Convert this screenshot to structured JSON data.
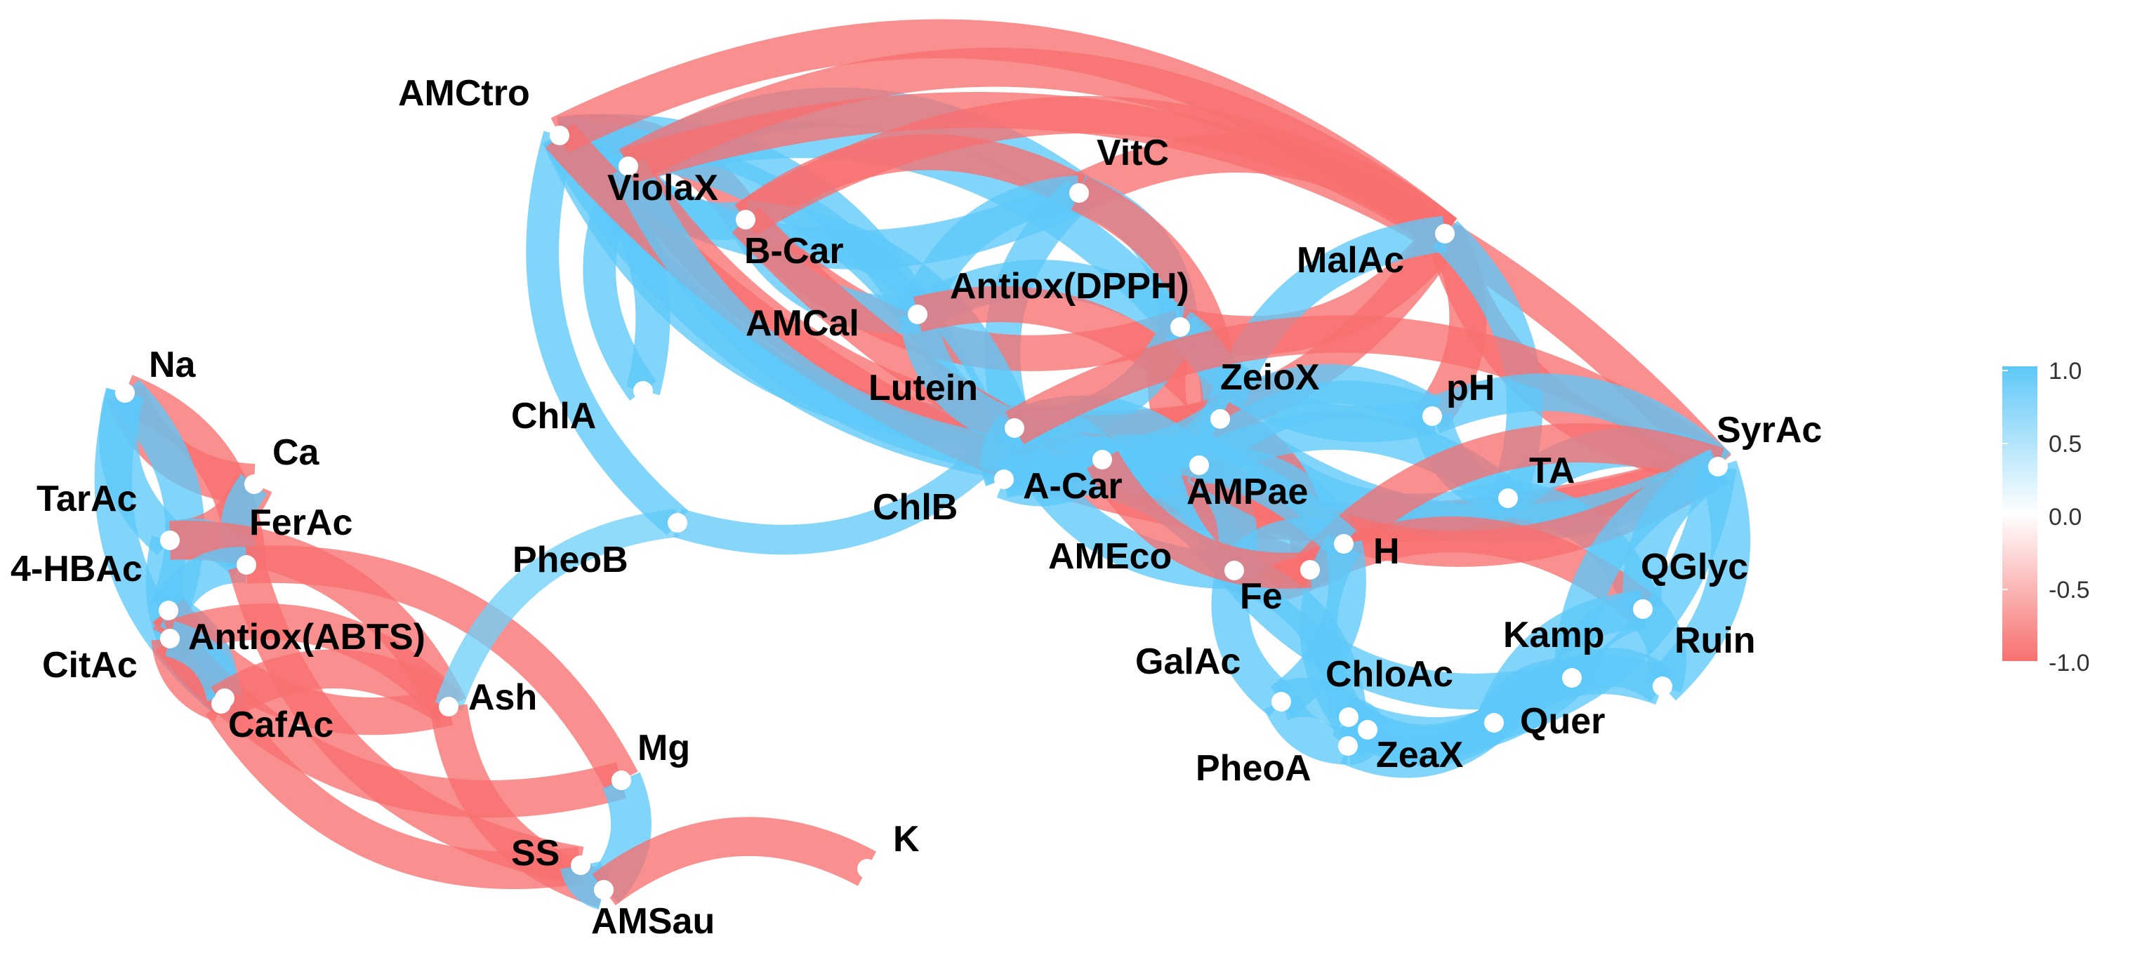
{
  "colors": {
    "positive": "#5ec8f8",
    "negative": "#f7706f",
    "neutral": "#ffffff",
    "node": "#ffffff"
  },
  "nodes": [
    {
      "id": "AMCtro"
    },
    {
      "id": "ViolaX"
    },
    {
      "id": "VitC"
    },
    {
      "id": "B-Car"
    },
    {
      "id": "MalAc"
    },
    {
      "id": "AMCal"
    },
    {
      "id": "Antiox(DPPH)"
    },
    {
      "id": "Na"
    },
    {
      "id": "Lutein"
    },
    {
      "id": "ZeioX"
    },
    {
      "id": "pH"
    },
    {
      "id": "ChlA"
    },
    {
      "id": "SyrAc"
    },
    {
      "id": "Ca"
    },
    {
      "id": "TarAc"
    },
    {
      "id": "ChlB"
    },
    {
      "id": "A-Car"
    },
    {
      "id": "AMPae"
    },
    {
      "id": "TA"
    },
    {
      "id": "FerAc"
    },
    {
      "id": "4-HBAc"
    },
    {
      "id": "PheoB"
    },
    {
      "id": "AMEco"
    },
    {
      "id": "H"
    },
    {
      "id": "QGlyc"
    },
    {
      "id": "Fe"
    },
    {
      "id": "Antiox(ABTS)"
    },
    {
      "id": "Kamp"
    },
    {
      "id": "Ruin"
    },
    {
      "id": "CitAc"
    },
    {
      "id": "GalAc"
    },
    {
      "id": "ChloAc"
    },
    {
      "id": "Ash"
    },
    {
      "id": "Quer"
    },
    {
      "id": "CafAc"
    },
    {
      "id": "Mg"
    },
    {
      "id": "ZeaX"
    },
    {
      "id": "PheoA"
    },
    {
      "id": "SS"
    },
    {
      "id": "K"
    },
    {
      "id": "AMSau"
    }
  ],
  "edges": [
    {
      "source": "Na",
      "target": "Ca",
      "r": -0.95
    },
    {
      "source": "Na",
      "target": "FerAc",
      "r": -0.9
    },
    {
      "source": "Na",
      "target": "TarAc",
      "r": 0.9
    },
    {
      "source": "Na",
      "target": "4-HBAc",
      "r": 0.9
    },
    {
      "source": "Na",
      "target": "CitAc",
      "r": 0.85
    },
    {
      "source": "Ca",
      "target": "TarAc",
      "r": -0.9
    },
    {
      "source": "Ca",
      "target": "FerAc",
      "r": 0.7
    },
    {
      "source": "TarAc",
      "target": "FerAc",
      "r": 0.85
    },
    {
      "source": "TarAc",
      "target": "CitAc",
      "r": 0.85
    },
    {
      "source": "TarAc",
      "target": "Ash",
      "r": -0.9
    },
    {
      "source": "FerAc",
      "target": "4-HBAc",
      "r": 0.8
    },
    {
      "source": "FerAc",
      "target": "Mg",
      "r": -0.85
    },
    {
      "source": "FerAc",
      "target": "SS",
      "r": -0.85
    },
    {
      "source": "4-HBAc",
      "target": "Antiox(ABTS)",
      "r": -0.9
    },
    {
      "source": "4-HBAc",
      "target": "Ash",
      "r": -0.85
    },
    {
      "source": "4-HBAc",
      "target": "CafAc",
      "r": 0.8
    },
    {
      "source": "Antiox(ABTS)",
      "target": "CafAc",
      "r": -0.85
    },
    {
      "source": "Antiox(ABTS)",
      "target": "Ash",
      "r": -0.8
    },
    {
      "source": "Antiox(ABTS)",
      "target": "Mg",
      "r": -0.85
    },
    {
      "source": "CitAc",
      "target": "CafAc",
      "r": 0.8
    },
    {
      "source": "CitAc",
      "target": "Antiox(ABTS)",
      "r": 0.8
    },
    {
      "source": "CafAc",
      "target": "Ash",
      "r": -0.9
    },
    {
      "source": "CafAc",
      "target": "SS",
      "r": -0.85
    },
    {
      "source": "Ash",
      "target": "PheoB",
      "r": 0.55
    },
    {
      "source": "Ash",
      "target": "AMSau",
      "r": -0.85
    },
    {
      "source": "Mg",
      "target": "AMSau",
      "r": 0.95
    },
    {
      "source": "SS",
      "target": "AMSau",
      "r": 0.95
    },
    {
      "source": "AMSau",
      "target": "K",
      "r": -0.9
    },
    {
      "source": "PheoB",
      "target": "Lutein",
      "r": 0.6
    },
    {
      "source": "PheoB",
      "target": "AMCtro",
      "r": 0.7
    },
    {
      "source": "ChlA",
      "target": "AMCtro",
      "r": 0.75
    },
    {
      "source": "ChlA",
      "target": "ViolaX",
      "r": 0.7
    },
    {
      "source": "AMCtro",
      "target": "ViolaX",
      "r": 0.85
    },
    {
      "source": "AMCtro",
      "target": "B-Car",
      "r": -0.85
    },
    {
      "source": "AMCtro",
      "target": "VitC",
      "r": 0.9
    },
    {
      "source": "AMCtro",
      "target": "AMCal",
      "r": 0.85
    },
    {
      "source": "AMCtro",
      "target": "Lutein",
      "r": 0.85
    },
    {
      "source": "AMCtro",
      "target": "ChlB",
      "r": 0.8
    },
    {
      "source": "AMCtro",
      "target": "AMPae",
      "r": 0.85
    },
    {
      "source": "AMCtro",
      "target": "MalAc",
      "r": -0.9
    },
    {
      "source": "AMCtro",
      "target": "SyrAc",
      "r": -0.85
    },
    {
      "source": "ViolaX",
      "target": "VitC",
      "r": 0.9
    },
    {
      "source": "ViolaX",
      "target": "B-Car",
      "r": 0.85
    },
    {
      "source": "ViolaX",
      "target": "Antiox(DPPH)",
      "r": 0.8
    },
    {
      "source": "ViolaX",
      "target": "ZeioX",
      "r": -0.85
    },
    {
      "source": "ViolaX",
      "target": "MalAc",
      "r": -0.9
    },
    {
      "source": "ViolaX",
      "target": "A-Car",
      "r": 0.85
    },
    {
      "source": "ViolaX",
      "target": "SyrAc",
      "r": -0.8
    },
    {
      "source": "VitC",
      "target": "B-Car",
      "r": -0.8
    },
    {
      "source": "VitC",
      "target": "MalAc",
      "r": -0.9
    },
    {
      "source": "VitC",
      "target": "AMCal",
      "r": 0.8
    },
    {
      "source": "VitC",
      "target": "Antiox(DPPH)",
      "r": 0.85
    },
    {
      "source": "VitC",
      "target": "Lutein",
      "r": 0.8
    },
    {
      "source": "VitC",
      "target": "ZeioX",
      "r": -0.85
    },
    {
      "source": "B-Car",
      "target": "Antiox(DPPH)",
      "r": -0.8
    },
    {
      "source": "B-Car",
      "target": "Lutein",
      "r": 0.9
    },
    {
      "source": "B-Car",
      "target": "AMCal",
      "r": 0.85
    },
    {
      "source": "B-Car",
      "target": "MalAc",
      "r": -0.85
    },
    {
      "source": "B-Car",
      "target": "SyrAc",
      "r": -0.85
    },
    {
      "source": "AMCal",
      "target": "Antiox(DPPH)",
      "r": 0.85
    },
    {
      "source": "AMCal",
      "target": "Lutein",
      "r": 0.85
    },
    {
      "source": "AMCal",
      "target": "ZeioX",
      "r": -0.8
    },
    {
      "source": "Antiox(DPPH)",
      "target": "MalAc",
      "r": -0.9
    },
    {
      "source": "Antiox(DPPH)",
      "target": "ZeioX",
      "r": 0.85
    },
    {
      "source": "Antiox(DPPH)",
      "target": "AMPae",
      "r": -0.85
    },
    {
      "source": "Antiox(DPPH)",
      "target": "Lutein",
      "r": 0.85
    },
    {
      "source": "Antiox(DPPH)",
      "target": "pH",
      "r": 0.8
    },
    {
      "source": "MalAc",
      "target": "pH",
      "r": -0.85
    },
    {
      "source": "MalAc",
      "target": "SyrAc",
      "r": -0.9
    },
    {
      "source": "MalAc",
      "target": "Lutein",
      "r": -0.85
    },
    {
      "source": "MalAc",
      "target": "ZeioX",
      "r": 0.8
    },
    {
      "source": "MalAc",
      "target": "TA",
      "r": 0.8
    },
    {
      "source": "Lutein",
      "target": "ChlB",
      "r": 0.9
    },
    {
      "source": "Lutein",
      "target": "A-Car",
      "r": 0.9
    },
    {
      "source": "Lutein",
      "target": "ZeioX",
      "r": 0.85
    },
    {
      "source": "Lutein",
      "target": "AMPae",
      "r": 0.85
    },
    {
      "source": "Lutein",
      "target": "AMEco",
      "r": 0.85
    },
    {
      "source": "Lutein",
      "target": "SyrAc",
      "r": -0.85
    },
    {
      "source": "ChlB",
      "target": "A-Car",
      "r": 0.9
    },
    {
      "source": "ChlB",
      "target": "AMEco",
      "r": 0.85
    },
    {
      "source": "A-Car",
      "target": "AMPae",
      "r": 0.9
    },
    {
      "source": "A-Car",
      "target": "AMEco",
      "r": 0.9
    },
    {
      "source": "A-Car",
      "target": "ZeioX",
      "r": 0.85
    },
    {
      "source": "ZeioX",
      "target": "pH",
      "r": 0.9
    },
    {
      "source": "ZeioX",
      "target": "TA",
      "r": 0.9
    },
    {
      "source": "ZeioX",
      "target": "AMPae",
      "r": 0.9
    },
    {
      "source": "ZeioX",
      "target": "SyrAc",
      "r": 0.85
    },
    {
      "source": "ZeioX",
      "target": "H",
      "r": -0.85
    },
    {
      "source": "pH",
      "target": "TA",
      "r": 0.9
    },
    {
      "source": "pH",
      "target": "SyrAc",
      "r": 0.85
    },
    {
      "source": "pH",
      "target": "AMPae",
      "r": 0.85
    },
    {
      "source": "TA",
      "target": "SyrAc",
      "r": 0.9
    },
    {
      "source": "TA",
      "target": "AMPae",
      "r": 0.85
    },
    {
      "source": "TA",
      "target": "QGlyc",
      "r": 0.85
    },
    {
      "source": "AMPae",
      "target": "H",
      "r": -0.9
    },
    {
      "source": "AMPae",
      "target": "AMEco",
      "r": 0.9
    },
    {
      "source": "AMPae",
      "target": "SyrAc",
      "r": -0.8
    },
    {
      "source": "AMPae",
      "target": "Fe",
      "r": 0.85
    },
    {
      "source": "AMEco",
      "target": "H",
      "r": -0.85
    },
    {
      "source": "AMEco",
      "target": "Fe",
      "r": 0.9
    },
    {
      "source": "AMEco",
      "target": "GalAc",
      "r": 0.85
    },
    {
      "source": "AMEco",
      "target": "ChloAc",
      "r": 0.85
    },
    {
      "source": "AMEco",
      "target": "Kamp",
      "r": 0.8
    },
    {
      "source": "H",
      "target": "SyrAc",
      "r": -0.9
    },
    {
      "source": "H",
      "target": "Fe",
      "r": -0.85
    },
    {
      "source": "H",
      "target": "QGlyc",
      "r": -0.8
    },
    {
      "source": "SyrAc",
      "target": "QGlyc",
      "r": 0.9
    },
    {
      "source": "SyrAc",
      "target": "Ruin",
      "r": 0.9
    },
    {
      "source": "SyrAc",
      "target": "Kamp",
      "r": 0.85
    },
    {
      "source": "SyrAc",
      "target": "Quer",
      "r": 0.85
    },
    {
      "source": "QGlyc",
      "target": "Kamp",
      "r": 0.9
    },
    {
      "source": "QGlyc",
      "target": "Ruin",
      "r": 0.9
    },
    {
      "source": "QGlyc",
      "target": "Quer",
      "r": 0.85
    },
    {
      "source": "Kamp",
      "target": "Ruin",
      "r": 0.9
    },
    {
      "source": "Kamp",
      "target": "Quer",
      "r": 0.9
    },
    {
      "source": "Kamp",
      "target": "ChloAc",
      "r": 0.85
    },
    {
      "source": "Ruin",
      "target": "Quer",
      "r": 0.9
    },
    {
      "source": "Fe",
      "target": "GalAc",
      "r": 0.85
    },
    {
      "source": "Fe",
      "target": "ChloAc",
      "r": 0.85
    },
    {
      "source": "GalAc",
      "target": "ChloAc",
      "r": 0.9
    },
    {
      "source": "GalAc",
      "target": "PheoA",
      "r": 0.85
    },
    {
      "source": "ChloAc",
      "target": "ZeaX",
      "r": 0.9
    },
    {
      "source": "ChloAc",
      "target": "Quer",
      "r": 0.85
    },
    {
      "source": "ChloAc",
      "target": "PheoA",
      "r": 0.85
    },
    {
      "source": "ZeaX",
      "target": "Quer",
      "r": 0.9
    },
    {
      "source": "ZeaX",
      "target": "PheoA",
      "r": 0.9
    },
    {
      "source": "PheoA",
      "target": "Quer",
      "r": 0.85
    },
    {
      "source": "ChlB",
      "target": "Fe",
      "r": 0.8
    },
    {
      "source": "A-Car",
      "target": "H",
      "r": -0.8
    }
  ],
  "legend": {
    "ticks": [
      "1.0",
      "0.5",
      "0.0",
      "-0.5",
      "-1.0"
    ],
    "values": [
      1.0,
      0.5,
      0.0,
      -0.5,
      -1.0
    ],
    "range": [
      -1.0,
      1.0
    ]
  }
}
